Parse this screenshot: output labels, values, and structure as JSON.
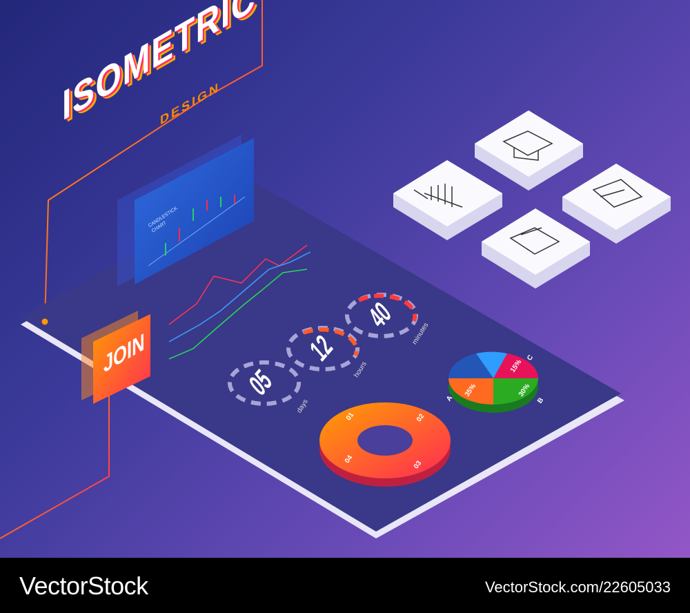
{
  "title": "ISOMETRIC",
  "subtitle": "DESIGN",
  "join_label": "JOIN",
  "card": {
    "label": "CANDLESTICK CHART"
  },
  "timers": [
    {
      "value": "05",
      "unit": "days"
    },
    {
      "value": "12",
      "unit": "hours"
    },
    {
      "value": "40",
      "unit": "minutes"
    }
  ],
  "donut": {
    "segments": [
      "01",
      "02",
      "03",
      "04"
    ]
  },
  "pie": {
    "slices": [
      {
        "label": "35%"
      },
      {
        "label": "15%"
      },
      {
        "label": "30%"
      }
    ],
    "tags": [
      "A",
      "B",
      "C"
    ]
  },
  "icons": [
    "chart-bars-icon",
    "graduation-cap-icon",
    "signed-document-icon",
    "typewriter-icon"
  ],
  "footer": {
    "brand": "VectorStock",
    "id": "VectorStock.com/22605033"
  },
  "colors": {
    "accent_orange": "#ff8a00",
    "accent_red": "#ff2a55",
    "platform": "#3a3888"
  }
}
